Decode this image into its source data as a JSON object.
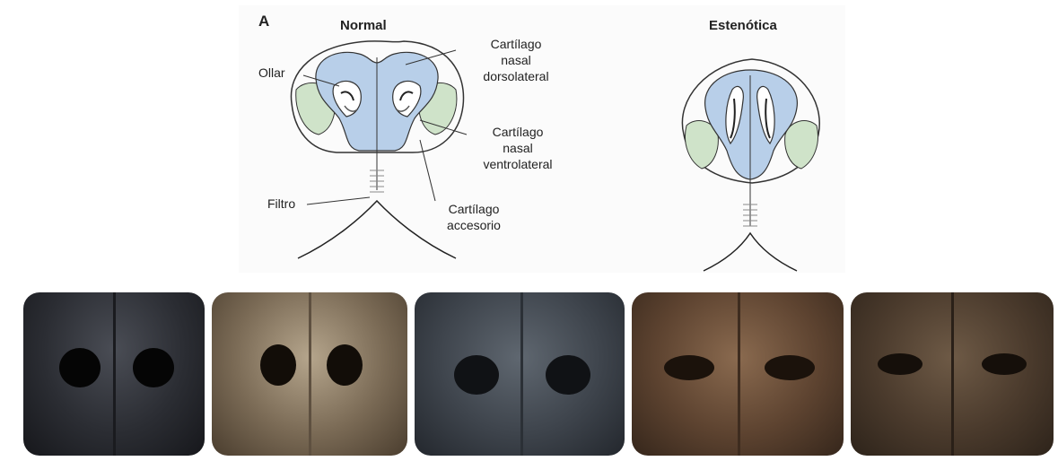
{
  "figure": {
    "panel_letter": "A",
    "normal": {
      "title": "Normal",
      "labels": {
        "ollar": "Ollar",
        "dorsolateral": [
          "Cartílago",
          "nasal",
          "dorsolateral"
        ],
        "ventrolateral": [
          "Cartílago",
          "nasal",
          "ventrolateral"
        ],
        "filtro": "Filtro",
        "accesorio": [
          "Cartílago",
          "accesorio"
        ]
      }
    },
    "stenotic": {
      "title": "Estenótica"
    }
  },
  "colors": {
    "dorsolateral_cartilage": "#b8cfe9",
    "ventrolateral_cartilage": "#cfe3c9",
    "outline": "#333333"
  },
  "photos": [
    {
      "icon": "dog-nose-photo-black",
      "tone": "#2b2d33"
    },
    {
      "icon": "dog-nose-photo-speckled",
      "tone": "#7a6a55"
    },
    {
      "icon": "dog-nose-photo-dark-grey",
      "tone": "#3e444c"
    },
    {
      "icon": "dog-nose-photo-brown",
      "tone": "#5d4330"
    },
    {
      "icon": "dog-nose-photo-brown-speckled",
      "tone": "#4a3a2c"
    }
  ]
}
